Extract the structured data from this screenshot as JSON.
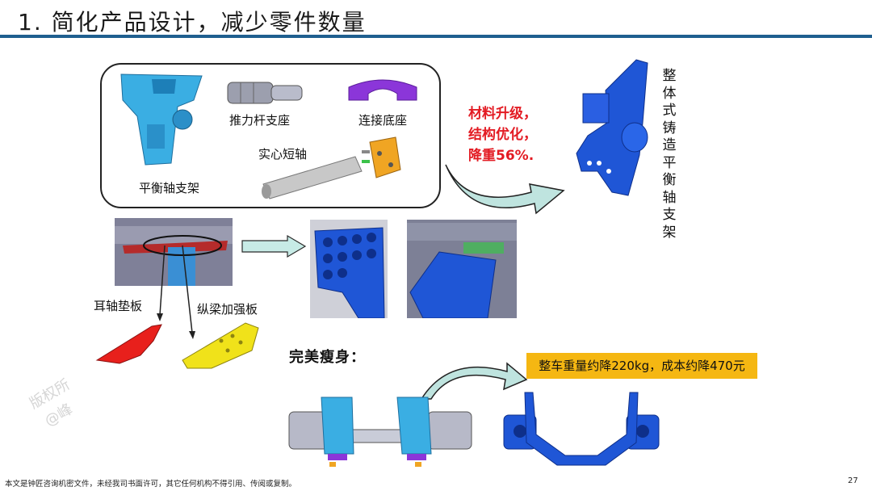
{
  "title": "1. 简化产品设计，减少零件数量",
  "parts": {
    "bracket": "平衡轴支架",
    "push_rod_seat": "推力杆支座",
    "base": "连接底座",
    "shaft": "实心短轴"
  },
  "benefit": [
    "材料升级，",
    "结构优化，",
    "降重56%."
  ],
  "integrated_label": [
    "整",
    "体",
    "式",
    "铸",
    "造",
    "平",
    "衡",
    "轴",
    "支",
    "架"
  ],
  "plate_labels": {
    "ear_shaft_pad": "耳轴垫板",
    "beam_reinforce": "纵梁加强板"
  },
  "slim_label": "完美瘦身：",
  "banner": "整车重量约降220kg，成本约降470元",
  "footer": "本文是钟匠咨询机密文件，未经我司书面许可，其它任何机构不得引用、传阅或复制。",
  "page_number": "27",
  "watermark": [
    "版权所",
    "@峰"
  ],
  "colors": {
    "title_rule": "#1f5f8f",
    "highlight_red": "#e31b23",
    "banner_bg": "#f5b712",
    "cast_blue": "#1f56d6",
    "cyan_part": "#35a8e0"
  }
}
